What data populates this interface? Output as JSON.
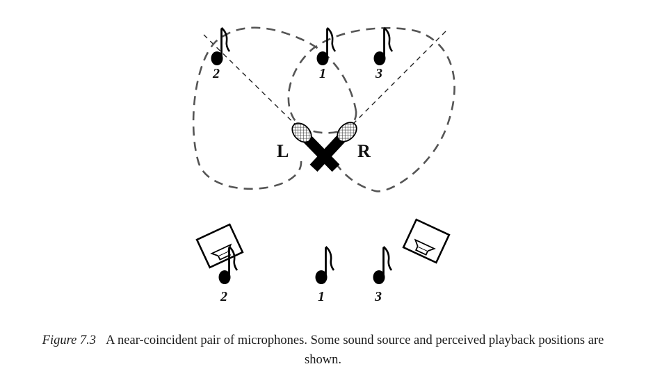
{
  "figure": {
    "mic_left_label": "L",
    "mic_right_label": "R",
    "source_labels": {
      "source_1": "1",
      "source_2": "2",
      "source_3": "3"
    },
    "playback_labels": {
      "playback_1": "1",
      "playback_2": "2",
      "playback_3": "3"
    }
  },
  "caption": {
    "figure_number": "Figure 7.3",
    "text": "A near-coincident pair of microphones. Some sound source and perceived playback positions are shown."
  },
  "icons": [
    "musical-note-icon",
    "microphone-icon",
    "loudspeaker-icon"
  ],
  "colors": {
    "ink": "#111111",
    "pattern": "#555555"
  }
}
